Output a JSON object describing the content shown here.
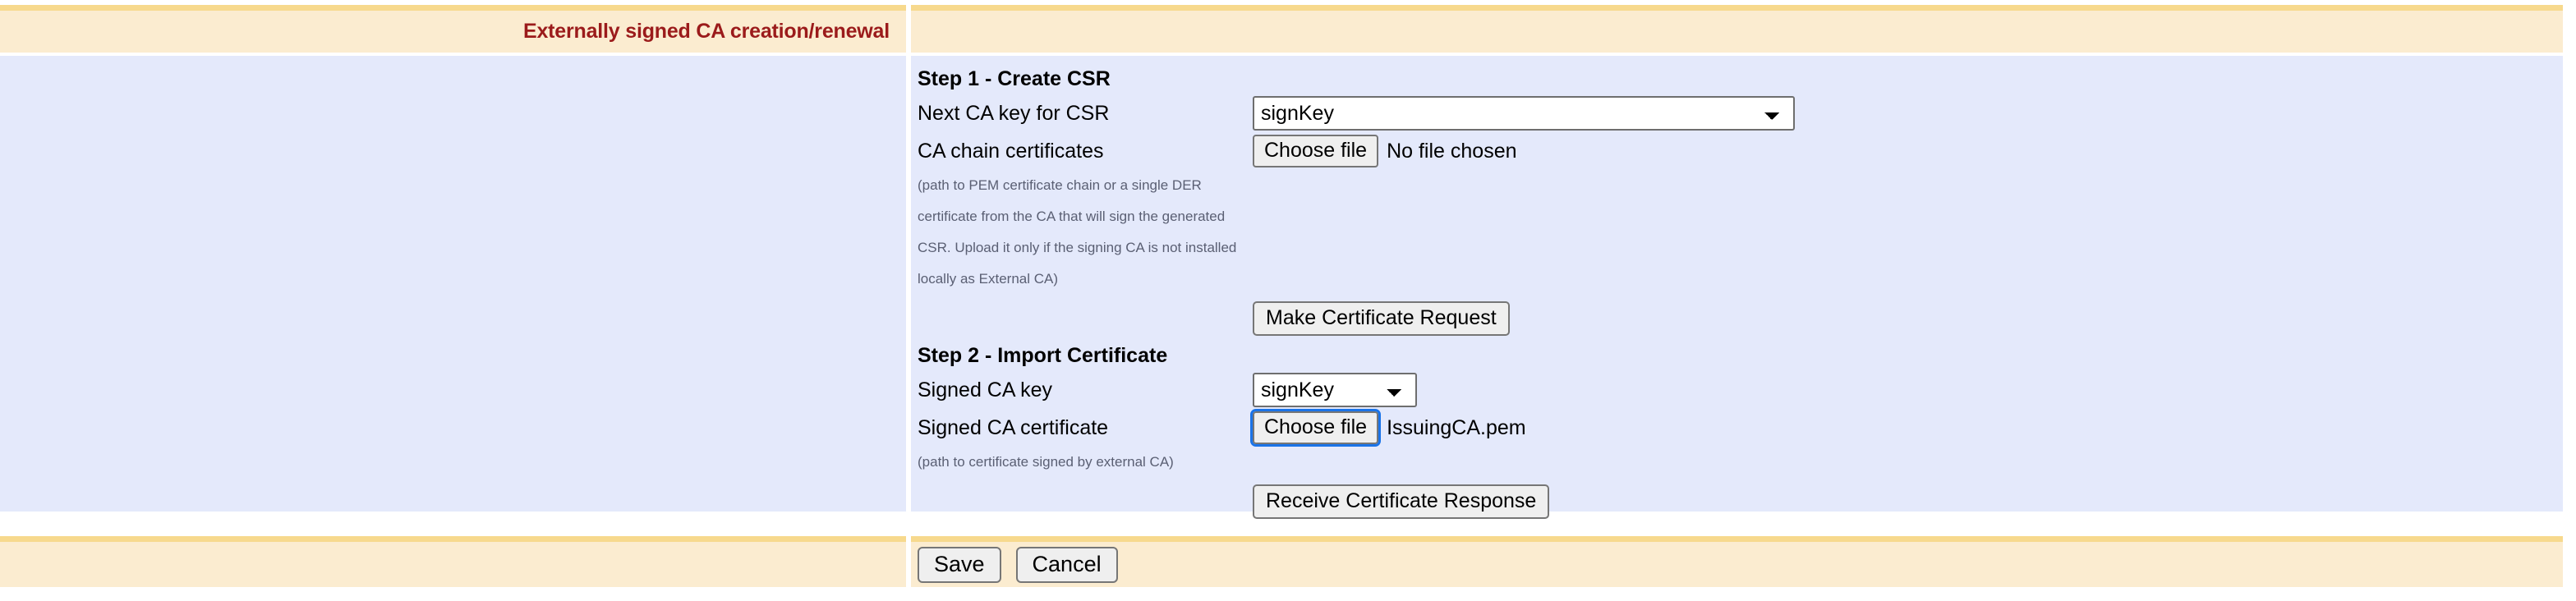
{
  "header": {
    "title": "Externally signed CA creation/renewal"
  },
  "step1": {
    "title": "Step 1 - Create CSR",
    "key_label": "Next CA key for CSR",
    "key_value": "signKey",
    "key_options": [
      "signKey"
    ],
    "chain_label": "CA chain certificates",
    "chain_button": "Choose file",
    "chain_filename": "No file chosen",
    "chain_hint": "(path to PEM certificate chain or a single DER certificate from the CA that will sign the generated CSR. Upload it only if the signing CA is not installed locally as External CA)",
    "make_request_button": "Make Certificate Request"
  },
  "step2": {
    "title": "Step 2 - Import Certificate",
    "key_label": "Signed CA key",
    "key_value": "signKey",
    "key_options": [
      "signKey"
    ],
    "cert_label": "Signed CA certificate",
    "cert_button": "Choose file",
    "cert_filename": "IssuingCA.pem",
    "cert_hint": "(path to certificate signed by external CA)",
    "receive_response_button": "Receive Certificate Response"
  },
  "footer": {
    "save_label": "Save",
    "cancel_label": "Cancel"
  },
  "colors": {
    "header_bg": "#fbecd0",
    "header_border": "#f7d98d",
    "title_text": "#9b1b1b",
    "body_bg": "#e4e9fb",
    "hint_text": "#5a5f73",
    "focus_ring": "#1a73e8"
  }
}
